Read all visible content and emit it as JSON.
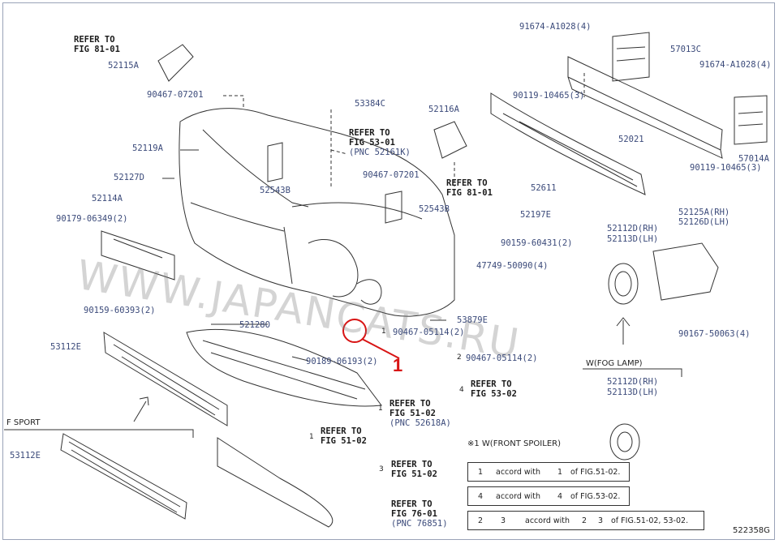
{
  "diagram_code": "522358G",
  "callout_number": "1",
  "watermark": "WWW.JAPANCATS.RU",
  "sections": {
    "f_sport": "F SPORT",
    "fog_lamp": "W(FOG LAMP)",
    "front_spoiler_note": "※1 W(FRONT SPOILER)"
  },
  "parts": {
    "p52115A": "52115A",
    "p90467_07201_a": "90467-07201",
    "p53384C": "53384C",
    "p52116A": "52116A",
    "p91674_A1028_a": "91674-A1028(4)",
    "p57013C": "57013C",
    "p91674_A1028_b": "91674-A1028(4)",
    "p90119_10465_a": "90119-10465(3)",
    "p52021": "52021",
    "p57014A": "57014A",
    "p90119_10465_b": "90119-10465(3)",
    "p52119A": "52119A",
    "p52127D": "52127D",
    "p52543B_a": "52543B",
    "p90467_07201_b": "90467-07201",
    "p52611": "52611",
    "p52114A": "52114A",
    "p90179_06349": "90179-06349(2)",
    "p52543B_b": "52543B",
    "p52197E": "52197E",
    "p52112D_rh_a": "52112D(RH)",
    "p52113D_lh_a": "52113D(LH)",
    "p52125A_rh": "52125A(RH)",
    "p52126D_lh": "52126D(LH)",
    "p90159_60431": "90159-60431(2)",
    "p47749_50090": "47749-50090(4)",
    "p90159_60393": "90159-60393(2)",
    "p53879E": "53879E",
    "p90167_50063": "90167-50063(4)",
    "p52128O": "52128O",
    "p90467_05114_a": "90467-05114(2)",
    "p53112E_a": "53112E",
    "p90467_05114_b": "90467-05114(2)",
    "p90189_06193": "90189-06193(2)",
    "p52112D_rh_b": "52112D(RH)",
    "p52113D_lh_b": "52113D(LH)",
    "p53112E_b": "53112E"
  },
  "refs": {
    "r1": {
      "line1": "REFER TO",
      "line2": "FIG 81-01"
    },
    "r2": {
      "line1": "REFER TO",
      "line2": "FIG 53-01",
      "line3": "(PNC 52161K)"
    },
    "r3": {
      "line1": "REFER TO",
      "line2": "FIG 81-01"
    },
    "r4": {
      "line1": "REFER TO",
      "line2": "FIG 53-02"
    },
    "r5": {
      "line1": "REFER TO",
      "line2": "FIG 51-02",
      "line3": "(PNC 52618A)"
    },
    "r6": {
      "line1": "REFER TO",
      "line2": "FIG 51-02"
    },
    "r7": {
      "line1": "REFER TO",
      "line2": "FIG 51-02"
    },
    "r8": {
      "line1": "REFER TO",
      "line2": "FIG 76-01",
      "line3": "(PNC 76851)"
    }
  },
  "triangle_marks": {
    "t1": "1",
    "t2": "2",
    "t4": "4",
    "t3": "3",
    "t1b": "1",
    "t1c": "1"
  },
  "legend": {
    "row1": {
      "mark_a": "1",
      "accord": "accord with",
      "mark_b": "1",
      "of": "of FIG.51-02."
    },
    "row2": {
      "mark_a": "4",
      "accord": "accord with",
      "mark_b": "4",
      "of": "of FIG.53-02."
    },
    "row3": {
      "mark_a": "2",
      "mark_c": "3",
      "accord": "accord with",
      "mark_b": "2",
      "mark_d": "3",
      "of": "of FIG.51-02, 53-02."
    }
  },
  "colors": {
    "label": "#3b4a7a",
    "line": "#333333",
    "callout": "#d81414"
  }
}
